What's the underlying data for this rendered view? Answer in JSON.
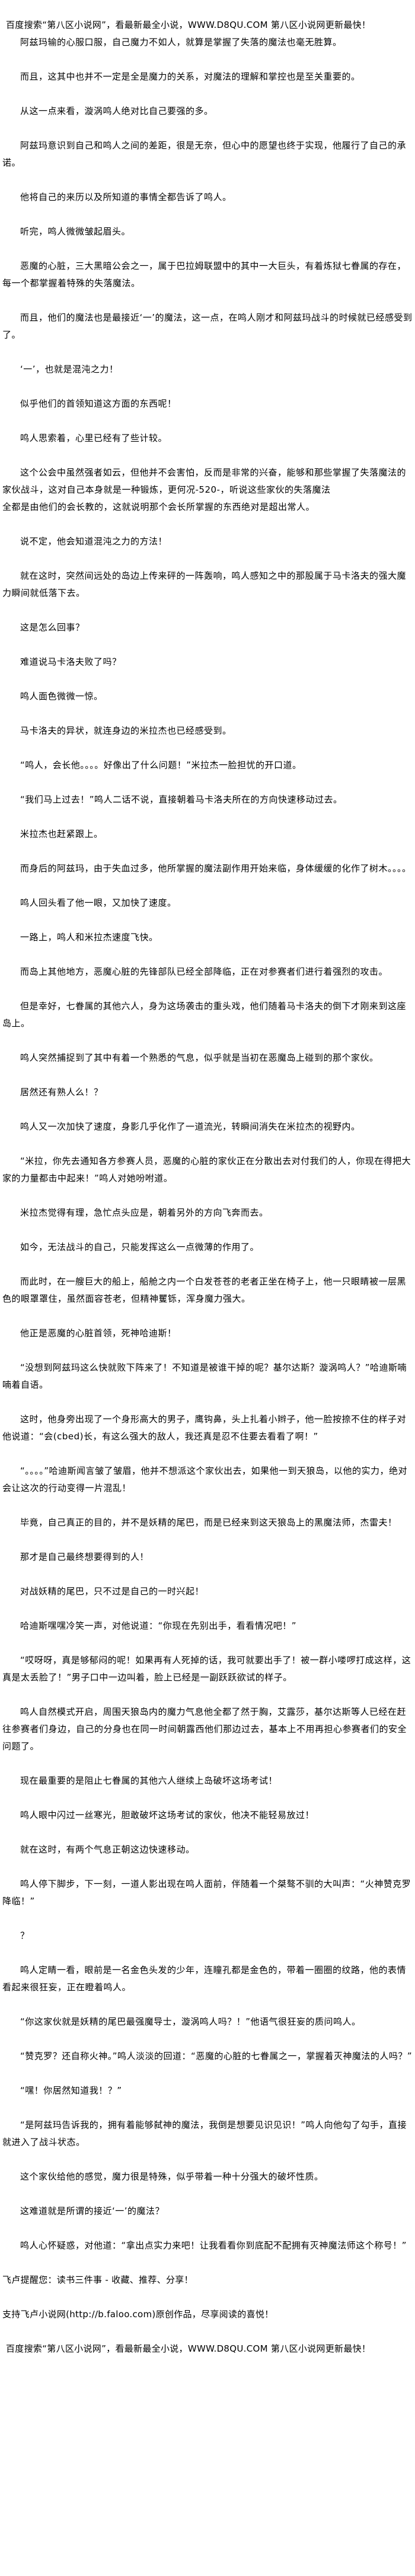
{
  "header_ad": "百度搜索“第八区小说网”，看最新最全小说，WWW.D8QU.COM   第八区小说网更新最快！",
  "paragraphs": [
    "阿兹玛输的心服口服，自己魔力不如人，就算是掌握了失落的魔法也毫无胜算。",
    "而且，这其中也并不一定是全是魔力的关系，对魔法的理解和掌控也是至关重要的。",
    "从这一点来看，漩涡鸣人绝对比自己要强的多。",
    "阿兹玛意识到自己和鸣人之间的差距，很是无奈，但心中的愿望也终于实现，他履行了自己的承诺。",
    "他将自己的来历以及所知道的事情全都告诉了鸣人。",
    "听完，鸣人微微皱起眉头。",
    "恶魔的心脏，三大黑暗公会之一，属于巴拉姆联盟中的其中一大巨头，有着炼狱七眷属的存在，每一个都掌握着特殊的失落魔法。",
    "而且，他们的魔法也是最接近‘一’的魔法，这一点，在鸣人刚才和阿兹玛战斗的时候就已经感受到了。",
    "‘一’，也就是混沌之力！",
    "似乎他们的首领知道这方面的东西呢！",
    "鸣人思索着，心里已经有了些计较。",
    "这个公会中虽然强者如云，但他并不会害怕，反而是非常的兴奋，能够和那些掌握了失落魔法的家伙战斗，这对自己本身就是一种锻炼，更何况-520-，听说这些家伙的失落魔法\n全都是由他们的会长教的，这就说明那个会长所掌握的东西绝对是超出常人。",
    "说不定，他会知道混沌之力的方法！",
    "就在这时，突然间远处的岛边上传来砰的一阵轰响，鸣人感知之中的那股属于马卡洛夫的强大魔力瞬间就低落下去。",
    "这是怎么回事？",
    "难道说马卡洛夫败了吗？",
    "鸣人面色微微一惊。",
    "马卡洛夫的异状，就连身边的米拉杰也已经感受到。",
    "“鸣人，会长他。。。。好像出了什么问题！”米拉杰一脸担忧的开口道。",
    "“我们马上过去！”鸣人二话不说，直接朝着马卡洛夫所在的方向快速移动过去。",
    "米拉杰也赶紧跟上。",
    "而身后的阿兹玛，由于失血过多，他所掌握的魔法副作用开始来临，身体缓缓的化作了树木。。。。",
    "鸣人回头看了他一眼，又加快了速度。",
    "一路上，鸣人和米拉杰速度飞快。",
    "而岛上其他地方，恶魔心脏的先锋部队已经全部降临，正在对参赛者们进行着强烈的攻击。",
    "但是幸好，七眷属的其他六人，身为这场袭击的重头戏，他们随着马卡洛夫的倒下才刚来到这座岛上。",
    "鸣人突然捕捉到了其中有着一个熟悉的气息，似乎就是当初在恶魔岛上碰到的那个家伙。",
    "居然还有熟人么！？",
    "鸣人又一次加快了速度，身影几乎化作了一道流光，转瞬间消失在米拉杰的视野内。",
    "“米拉，你先去通知各方参赛人员，恶魔的心脏的家伙正在分散出去对付我们的人，你现在得把大家的力量都击中起来！”鸣人对她吩咐道。",
    "米拉杰觉得有理，急忙点头应是，朝着另外的方向飞奔而去。",
    "如今，无法战斗的自己，只能发挥这么一点微薄的作用了。",
    "而此时，在一艘巨大的船上，船舱之内一个白发苍苍的老者正坐在椅子上，他一只眼睛被一层黑色的眼罩罩住，虽然面容苍老，但精神矍铄，浑身魔力强大。",
    "他正是恶魔的心脏首领，死神哈迪斯！",
    "“没想到阿兹玛这么快就败下阵来了！不知道是被谁干掉的呢？基尔达斯？漩涡鸣人？”哈迪斯喃喃着自语。",
    "这时，他身旁出现了一个身形高大的男子，鹰钩鼻，头上扎着小辫子，他一脸按捺不住的样子对他说道：“会(cbed)长，有这么强大的敌人，我还真是忍不住要去看看了啊！”",
    "“。。。。”哈迪斯闻言皱了皱眉，他并不想派这个家伙出去，如果他一到天狼岛，以他的实力，绝对会让这次的行动变得一片混乱！",
    "毕竟，自己真正的目的，并不是妖精的尾巴，而是已经来到这天狼岛上的黑魔法师，杰雷夫！",
    "那才是自己最终想要得到的人！",
    "对战妖精的尾巴，只不过是自己的一时兴起！",
    "哈迪斯嘿嘿冷笑一声，对他说道：“你现在先别出手，看看情况吧！”",
    "“哎呀呀，真是够郁闷的呢！如果再有人死掉的话，我可就要出手了！被一群小喽啰打成这样，这真是太丢脸了！”男子口中一边叫着，脸上已经是一副跃跃欲试的样子。",
    "鸣人自然模式开启，周围天狼岛内的魔力气息他全都了然于胸，艾露莎，基尔达斯等人已经在赶往参赛者们身边，自己的分身也在同一时间朝露西他们那边过去，基本上不用再担心参赛者们的安全问题了。",
    "现在最重要的是阻止七眷属的其他六人继续上岛破坏这场考试！",
    "鸣人眼中闪过一丝寒光，胆敢破坏这场考试的家伙，他决不能轻易放过！",
    "就在这时，有两个气息正朝这边快速移动。",
    "鸣人停下脚步，下一刻，一道人影出现在鸣人面前，伴随着一个桀骜不驯的大叫声：“火神赞克罗降临！”",
    "？",
    "鸣人定睛一看，眼前是一名金色头发的少年，连瞳孔都是金色的，带着一圈圈的纹路，他的表情看起来很狂妄，正在瞪着鸣人。",
    "“你这家伙就是妖精的尾巴最强魔导士，漩涡鸣人吗？！”他语气很狂妄的质问鸣人。",
    "“赞克罗？还自称火神。”鸣人淡淡的回道：“恶魔的心脏的七眷属之一，掌握着灭神魔法的人吗？”",
    "“嘿！你居然知道我！？”",
    "“是阿兹玛告诉我的，拥有着能够弑神的魔法，我倒是想要见识见识！”鸣人向他勾了勾手，直接就进入了战斗状态。",
    "这个家伙给他的感觉，魔力很是特殊，似乎带着一种十分强大的破坏性质。",
    "这难道就是所谓的接近‘一’的魔法？",
    "鸣人心怀疑惑，对他道：“拿出点实力来吧！让我看看你到底配不配拥有灭神魔法师这个称号！”"
  ],
  "footer": {
    "reminder": "飞卢提醒您：读书三件事 - 收藏、推荐、分享！",
    "support": "支持飞卢小说网(http://b.faloo.com)原创作品，尽享阅读的喜悦！",
    "ad": "百度搜索“第八区小说网”，看最新最全小说，WWW.D8QU.COM   第八区小说网更新最快！"
  }
}
